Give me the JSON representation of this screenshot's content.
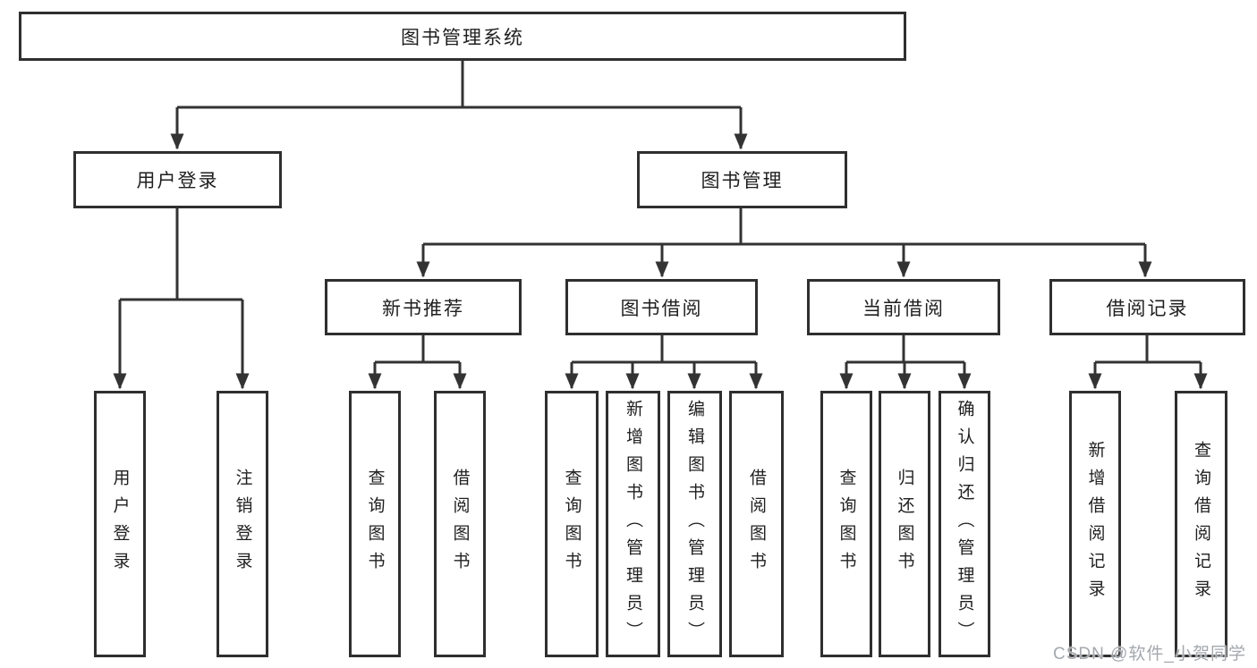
{
  "colors": {
    "background": "#ffffff",
    "line": "#333333",
    "box_border": "#2f2f2f",
    "text": "#1f1f1f",
    "watermark_text": "#a4a8ad"
  },
  "watermark": {
    "text": "CSDN @软件_小贺同学"
  },
  "tree": {
    "label": "图书管理系统",
    "children": [
      {
        "label": "用户登录",
        "children": [
          {
            "label": "用户登录"
          },
          {
            "label": "注销登录"
          }
        ]
      },
      {
        "label": "图书管理",
        "children": [
          {
            "label": "新书推荐",
            "children": [
              {
                "label": "查询图书"
              },
              {
                "label": "借阅图书"
              }
            ]
          },
          {
            "label": "图书借阅",
            "children": [
              {
                "label": "查询图书"
              },
              {
                "label": "新增图书（管理员）"
              },
              {
                "label": "编辑图书（管理员）"
              },
              {
                "label": "借阅图书"
              }
            ]
          },
          {
            "label": "当前借阅",
            "children": [
              {
                "label": "查询图书"
              },
              {
                "label": "归还图书"
              },
              {
                "label": "确认归还（管理员）"
              }
            ]
          },
          {
            "label": "借阅记录",
            "children": [
              {
                "label": "新增借阅记录"
              },
              {
                "label": "查询借阅记录"
              }
            ]
          }
        ]
      }
    ]
  }
}
